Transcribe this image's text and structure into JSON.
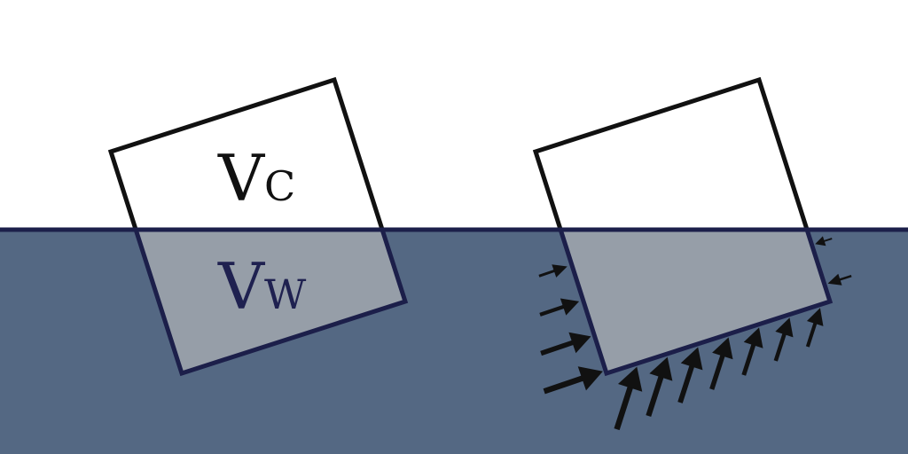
{
  "colors": {
    "water": "#546883",
    "waterline": "#1c1f4a",
    "submerged": "#969ea8",
    "above": "#ffffff",
    "outline_above": "#111111",
    "label_above": "#111111",
    "label_below": "#1f2150",
    "arrow": "#111111"
  },
  "left_block": {
    "label_above": {
      "main": "V",
      "sub": "C"
    },
    "label_below": {
      "main": "V",
      "sub": "W"
    }
  },
  "right_block": {
    "pressure_arrows": {
      "left_side": [
        0.3,
        0.55,
        0.8,
        1.0
      ],
      "bottom_side": [
        1.0,
        0.92,
        0.84,
        0.76,
        0.66,
        0.56,
        0.46
      ],
      "right_side": [
        0.15,
        0.35
      ]
    }
  }
}
